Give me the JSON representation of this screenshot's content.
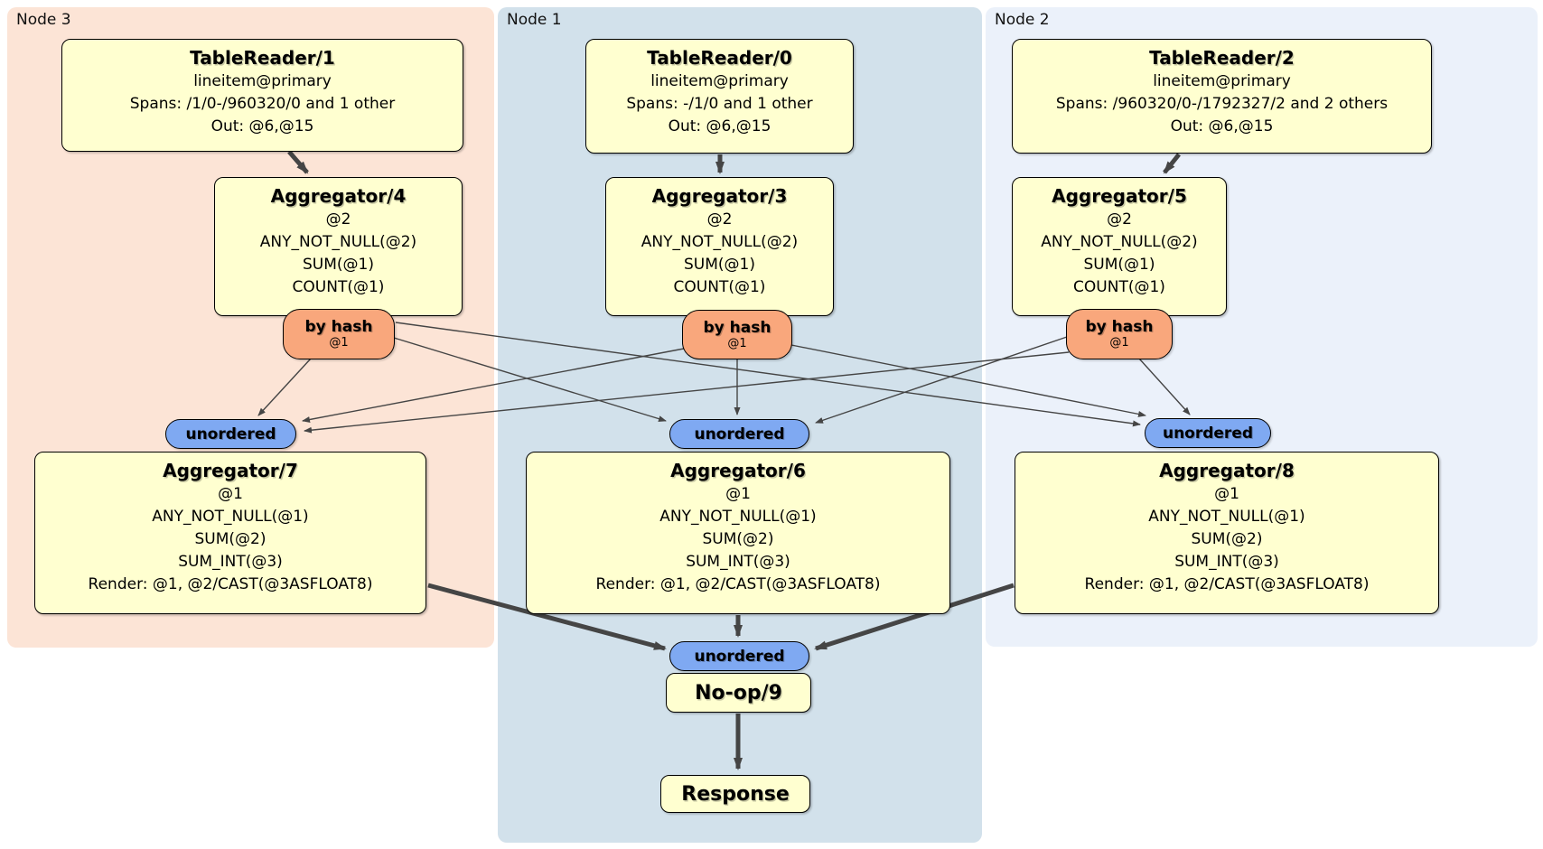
{
  "colors": {
    "node3_bg": "#fce4d6",
    "node1_bg": "#d2e1eb",
    "node2_bg": "#ebf1fa",
    "box_bg": "#ffffd0",
    "box_border": "#000000",
    "router_bg": "#f9a77c",
    "stream_bg": "#7fa9f2",
    "edge": "#454545"
  },
  "regions": {
    "node3": {
      "label": "Node 3"
    },
    "node1": {
      "label": "Node 1"
    },
    "node2": {
      "label": "Node 2"
    }
  },
  "processors": {
    "tablereader1": {
      "title": "TableReader/1",
      "index": "lineitem@primary",
      "spans": "Spans: /1/0-/960320/0 and 1 other",
      "out": "Out: @6,@15"
    },
    "tablereader0": {
      "title": "TableReader/0",
      "index": "lineitem@primary",
      "spans": "Spans: -/1/0 and 1 other",
      "out": "Out: @6,@15"
    },
    "tablereader2": {
      "title": "TableReader/2",
      "index": "lineitem@primary",
      "spans": "Spans: /960320/0-/1792327/2 and 2 others",
      "out": "Out: @6,@15"
    },
    "aggregator4": {
      "title": "Aggregator/4",
      "group": "@2",
      "aggs": [
        "ANY_NOT_NULL(@2)",
        "SUM(@1)",
        "COUNT(@1)"
      ]
    },
    "aggregator3": {
      "title": "Aggregator/3",
      "group": "@2",
      "aggs": [
        "ANY_NOT_NULL(@2)",
        "SUM(@1)",
        "COUNT(@1)"
      ]
    },
    "aggregator5": {
      "title": "Aggregator/5",
      "group": "@2",
      "aggs": [
        "ANY_NOT_NULL(@2)",
        "SUM(@1)",
        "COUNT(@1)"
      ]
    },
    "aggregator7": {
      "title": "Aggregator/7",
      "group": "@1",
      "aggs": [
        "ANY_NOT_NULL(@1)",
        "SUM(@2)",
        "SUM_INT(@3)"
      ],
      "render": "Render: @1, @2/CAST(@3ASFLOAT8)"
    },
    "aggregator6": {
      "title": "Aggregator/6",
      "group": "@1",
      "aggs": [
        "ANY_NOT_NULL(@1)",
        "SUM(@2)",
        "SUM_INT(@3)"
      ],
      "render": "Render: @1, @2/CAST(@3ASFLOAT8)"
    },
    "aggregator8": {
      "title": "Aggregator/8",
      "group": "@1",
      "aggs": [
        "ANY_NOT_NULL(@1)",
        "SUM(@2)",
        "SUM_INT(@3)"
      ],
      "render": "Render: @1, @2/CAST(@3ASFLOAT8)"
    },
    "noop9": {
      "title": "No-op/9"
    },
    "response": {
      "title": "Response"
    }
  },
  "router": {
    "label": "by hash",
    "key": "@1"
  },
  "stream": {
    "unordered": "unordered"
  },
  "edges": {
    "thick": [
      [
        320,
        168,
        340,
        191
      ],
      [
        797,
        171,
        797,
        191
      ],
      [
        1305,
        171,
        1289,
        191
      ],
      [
        474,
        648,
        736,
        718
      ],
      [
        817,
        681,
        817,
        704
      ],
      [
        1122,
        648,
        903,
        718
      ],
      [
        817,
        790,
        817,
        851
      ]
    ],
    "thin": [
      [
        344,
        397,
        286,
        460
      ],
      [
        436,
        374,
        737,
        466
      ],
      [
        438,
        357,
        1262,
        470
      ],
      [
        757,
        386,
        335,
        466
      ],
      [
        816,
        398,
        816,
        459
      ],
      [
        876,
        382,
        1268,
        460
      ],
      [
        1183,
        390,
        337,
        477
      ],
      [
        1181,
        373,
        903,
        468
      ],
      [
        1261,
        397,
        1317,
        459
      ]
    ]
  }
}
